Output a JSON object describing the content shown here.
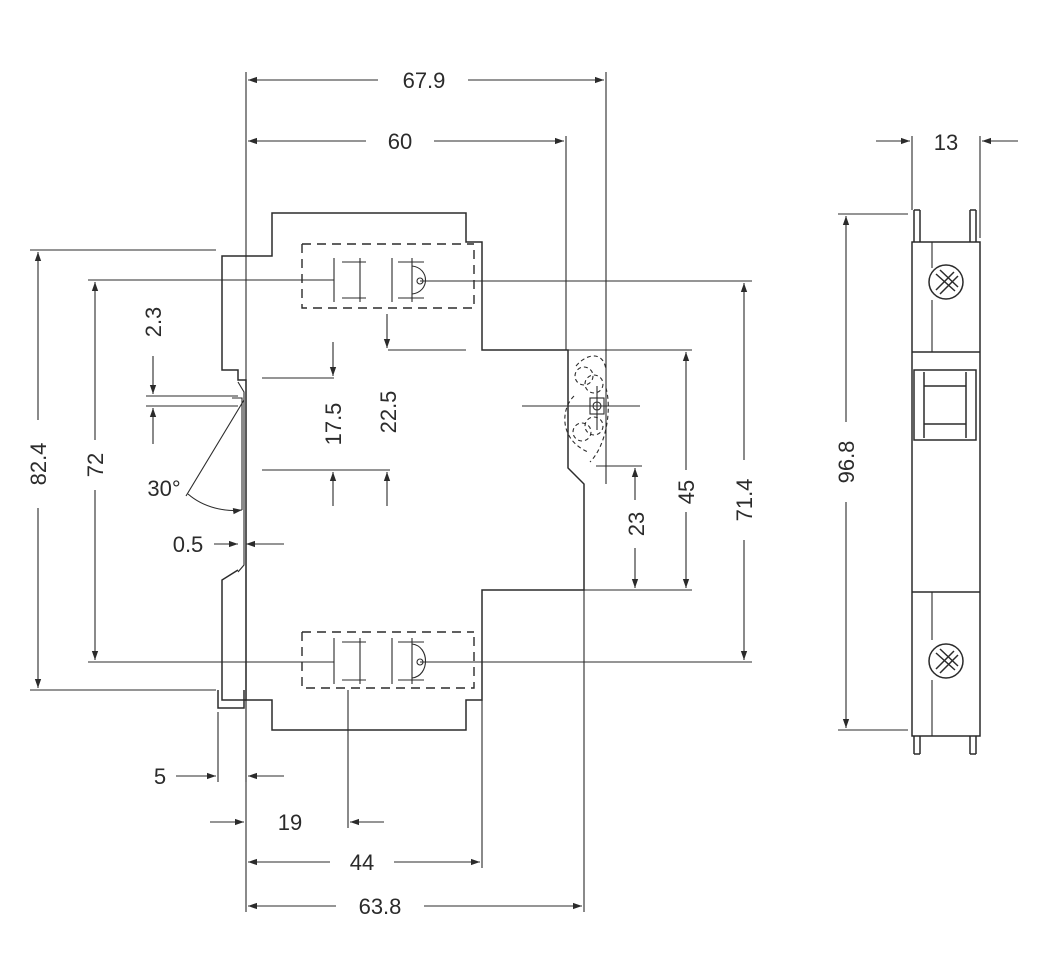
{
  "dimensions": {
    "overall_width": "67.9",
    "width_60": "60",
    "side_depth": "13",
    "height_82_4": "82.4",
    "height_72": "72",
    "rail_2_3": "2.3",
    "rail_17_5": "17.5",
    "rail_22_5": "22.5",
    "angle_30": "30°",
    "gap_0_5": "0.5",
    "offset_23": "23",
    "height_45": "45",
    "height_71_4": "71.4",
    "side_height_96_8": "96.8",
    "offset_5": "5",
    "terminal_19": "19",
    "width_44": "44",
    "width_63_8": "63.8"
  }
}
